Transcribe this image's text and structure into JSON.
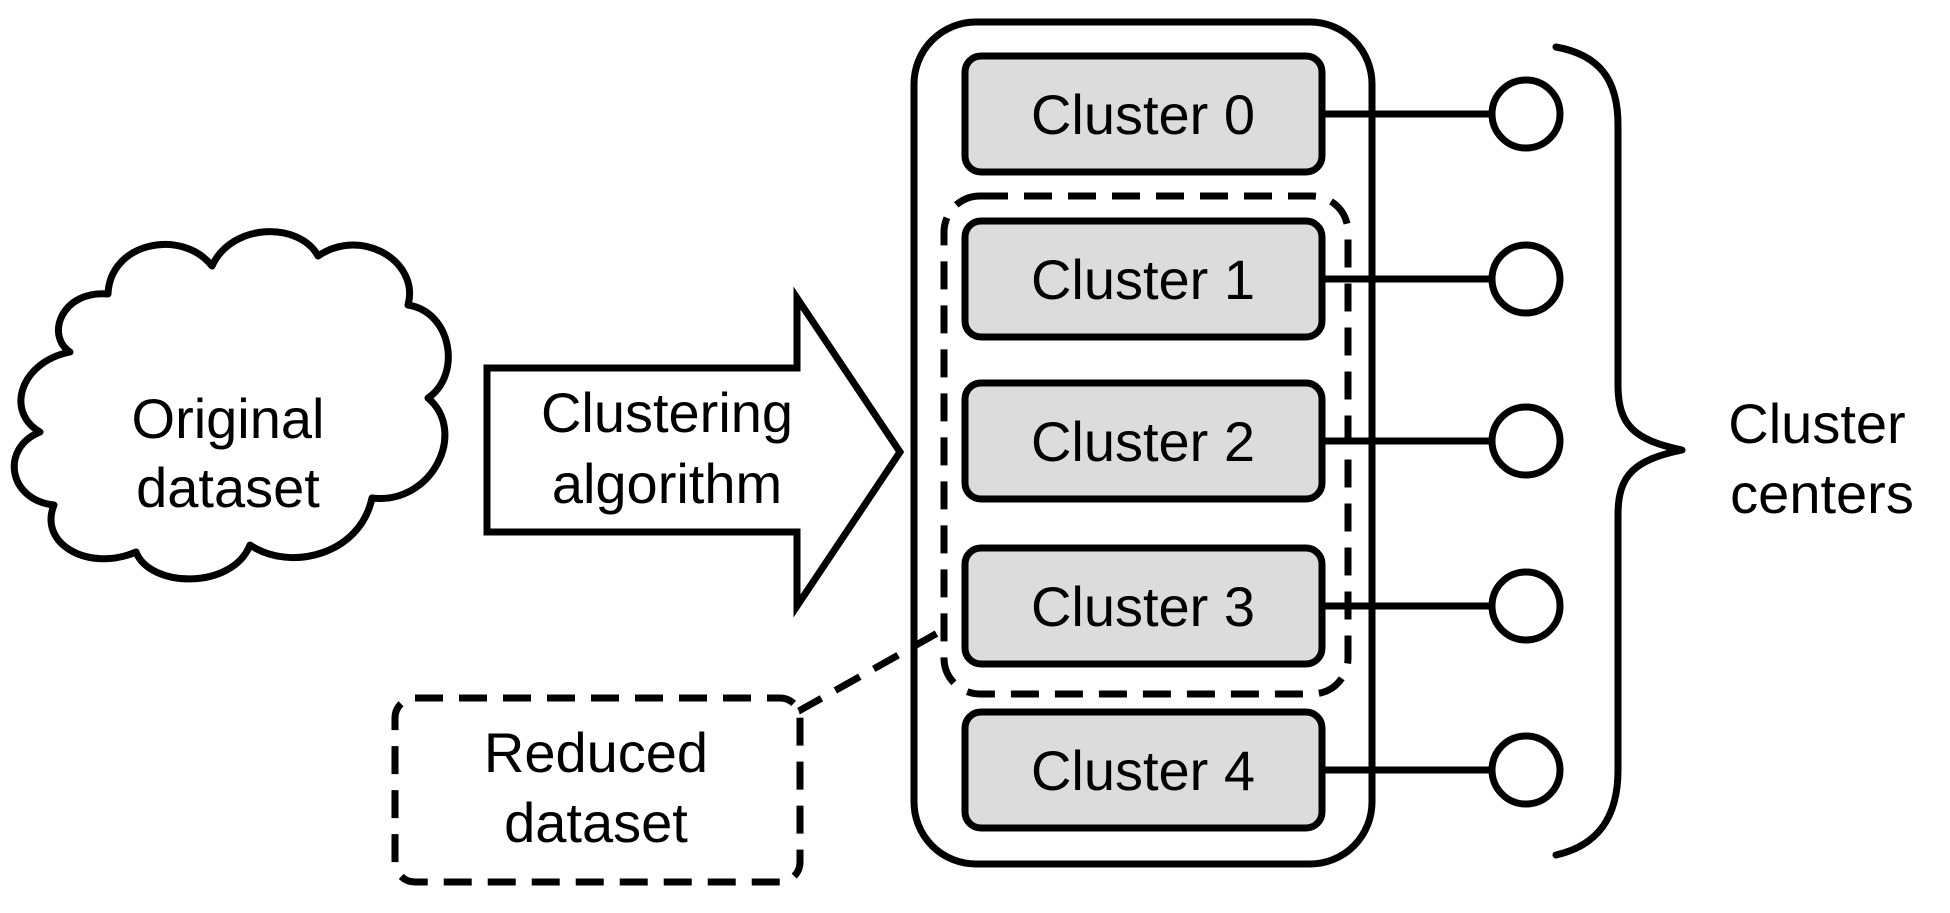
{
  "source": {
    "label_line1": "Original",
    "label_line2": "dataset"
  },
  "process": {
    "label_line1": "Clustering",
    "label_line2": "algorithm"
  },
  "clusters": [
    {
      "label": "Cluster 0",
      "in_reduced_set": false
    },
    {
      "label": "Cluster 1",
      "in_reduced_set": true
    },
    {
      "label": "Cluster 2",
      "in_reduced_set": true
    },
    {
      "label": "Cluster 3",
      "in_reduced_set": true
    },
    {
      "label": "Cluster 4",
      "in_reduced_set": false
    }
  ],
  "reduced": {
    "label_line1": "Reduced",
    "label_line2": "dataset"
  },
  "centers": {
    "label_line1": "Cluster",
    "label_line2": "centers"
  },
  "colors": {
    "stroke": "#000000",
    "cluster_fill": "#dcdcdc",
    "background": "#ffffff"
  }
}
